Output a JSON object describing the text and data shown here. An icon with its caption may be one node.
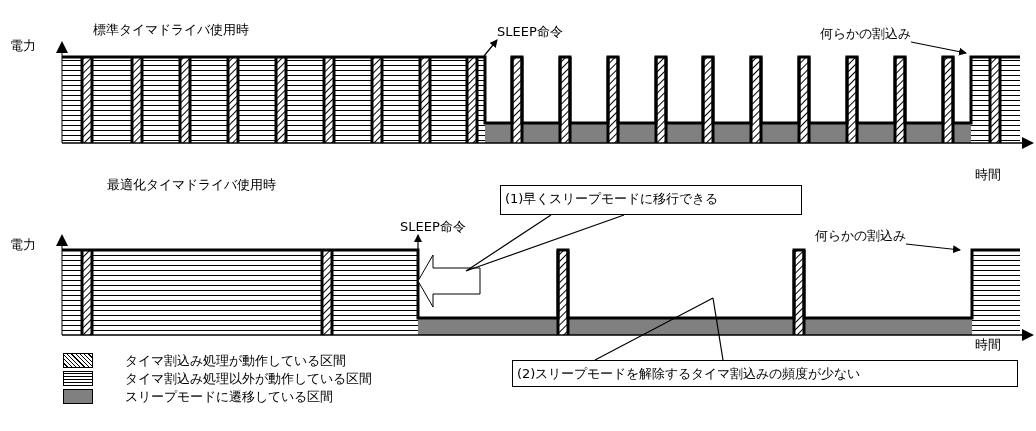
{
  "diagram": {
    "nodes": [
      {
        "text": [
          "SLEEP命令"
        ]
      },
      {
        "text": [
          "何らかの割込み"
        ]
      },
      {
        "text": [
          "(1)早くスリープモードに移行できる"
        ]
      },
      {
        "text": [
          "SLEEP命令"
        ]
      },
      {
        "text": [],
        "shape": "arrow"
      },
      {
        "text": [
          "何らかの割込み"
        ]
      },
      {
        "text": [
          "(2)スリープモードを解除するタイマ割込みの頻度が少ない"
        ]
      }
    ],
    "edges": [
      {
        "from": null,
        "to": 0,
        "arrow": "to"
      },
      {
        "from": 1,
        "to": null,
        "arrow": "to"
      },
      {
        "from": 2,
        "to": 4,
        "arrow": "none"
      },
      {
        "from": null,
        "to": 3,
        "arrow": "to"
      },
      {
        "from": 5,
        "to": null,
        "arrow": "to"
      },
      {
        "from": 6,
        "to": null,
        "arrow": "none"
      }
    ],
    "labels": [
      "標準タイマドライバ使用時",
      "電力",
      "時間",
      "最適化タイマドライバ使用時",
      "電力",
      "時間"
    ],
    "legend": [
      {
        "text": "タイマ割込み処理が動作している区間"
      },
      {
        "text": "タイマ割込み処理以外が動作している区間"
      },
      {
        "text": "スリープモードに遷移している区間",
        "color": "#808080"
      }
    ]
  }
}
